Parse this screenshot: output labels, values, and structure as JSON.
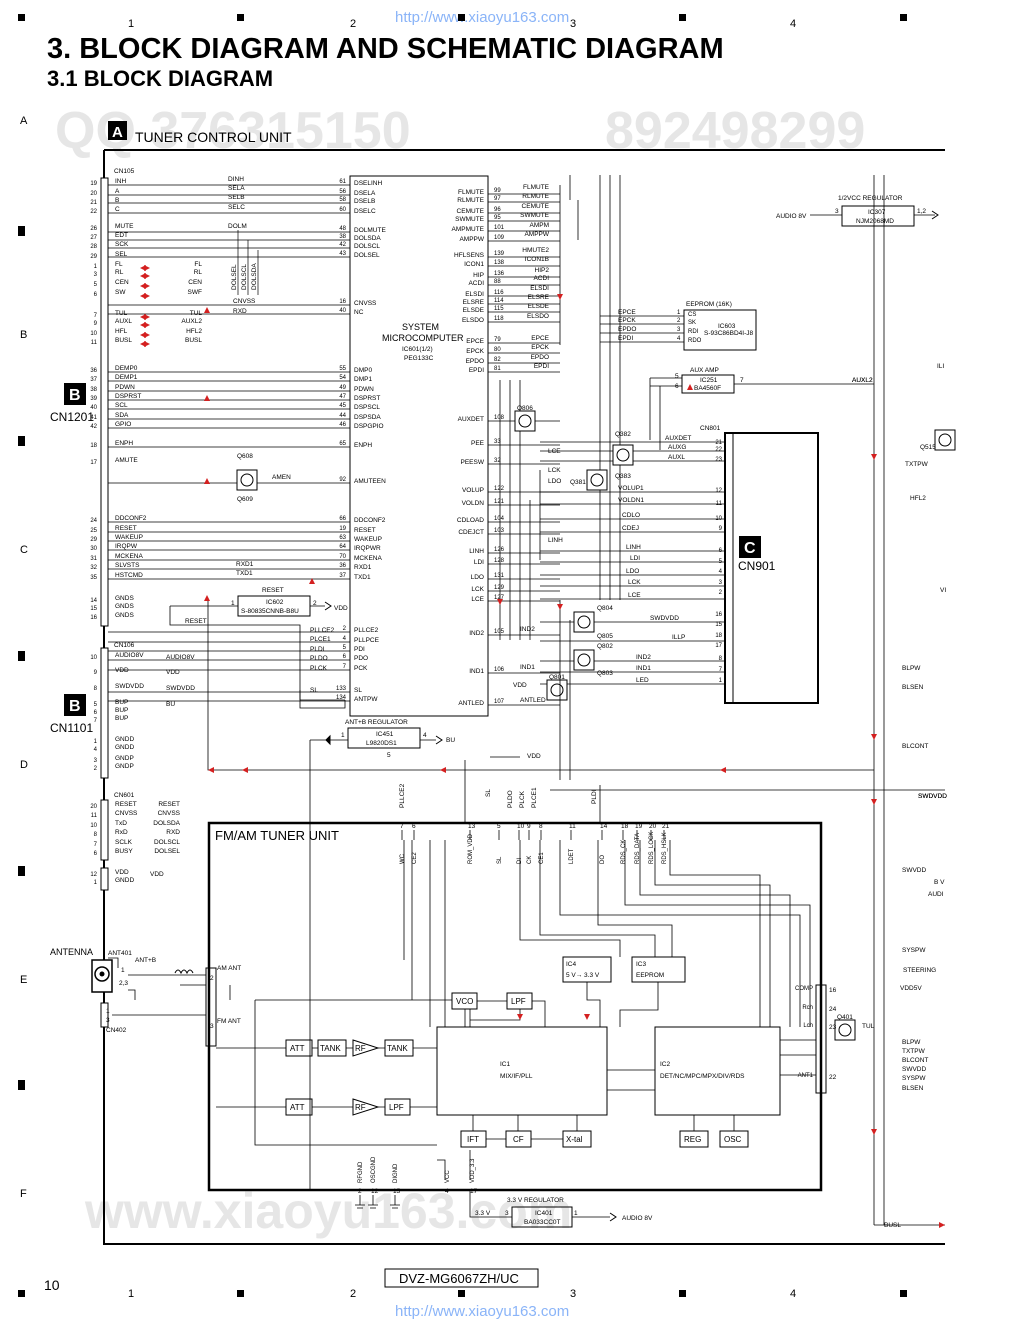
{
  "watermark": {
    "url_top": "http://www.xiaoyu163.com",
    "url_bottom": "http://www.xiaoyu163.com",
    "qq_left": "QQ 376315150",
    "qq_right": "892498299",
    "bottom_center": "www.xiaoyu163.com"
  },
  "header": {
    "title": "3. BLOCK DIAGRAM AND SCHEMATIC DIAGRAM",
    "subtitle": "3.1  BLOCK DIAGRAM"
  },
  "grid": {
    "columns": [
      "1",
      "2",
      "3",
      "4"
    ],
    "rows": [
      "A",
      "B",
      "C",
      "D",
      "E",
      "F"
    ]
  },
  "sections": {
    "tuner_control_tag": "A",
    "tuner_control_label": "TUNER CONTROL UNIT",
    "fm_am_label": "FM/AM TUNER UNIT",
    "cn1201_tag": "B",
    "cn1201_label": "CN1201",
    "cn1101_tag": "B",
    "cn1101_label": "CN1101",
    "cn901_tag": "C",
    "cn901_label": "CN901",
    "antenna_label": "ANTENNA"
  },
  "connectors": {
    "cn105": "CN105",
    "cn106": "CN106",
    "cn601": "CN601",
    "cn801": "CN801",
    "cn402": "CN402",
    "ant401": "ANT401",
    "cn105_pins": [
      {
        "n": "19",
        "s": "INH"
      },
      {
        "n": "20",
        "s": "A"
      },
      {
        "n": "21",
        "s": "B"
      },
      {
        "n": "22",
        "s": "C"
      },
      {
        "n": "26",
        "s": "MUTE"
      },
      {
        "n": "27",
        "s": "EDT"
      },
      {
        "n": "28",
        "s": "SCK"
      },
      {
        "n": "29",
        "s": "SEL"
      },
      {
        "n": "1",
        "s": "FL"
      },
      {
        "n": "3",
        "s": "RL"
      },
      {
        "n": "5",
        "s": "CEN"
      },
      {
        "n": "6",
        "s": "SW"
      },
      {
        "n": "7",
        "s": "TUL"
      },
      {
        "n": "9",
        "s": "AUXL"
      },
      {
        "n": "10",
        "s": "HFL"
      },
      {
        "n": "11",
        "s": "BUSL"
      },
      {
        "n": "36",
        "s": "DEMP0"
      },
      {
        "n": "37",
        "s": "DEMP1"
      },
      {
        "n": "38",
        "s": "PDWN"
      },
      {
        "n": "39",
        "s": "DSPRST"
      },
      {
        "n": "40",
        "s": "SCL"
      },
      {
        "n": "41",
        "s": "SDA"
      },
      {
        "n": "42",
        "s": "GPIO"
      },
      {
        "n": "18",
        "s": "ENPH"
      },
      {
        "n": "17",
        "s": "AMUTE"
      },
      {
        "n": "24",
        "s": "DDCONF2"
      },
      {
        "n": "25",
        "s": "RESET"
      },
      {
        "n": "29",
        "s": "WAKEUP"
      },
      {
        "n": "30",
        "s": "IRQPW"
      },
      {
        "n": "31",
        "s": "MCKENA"
      },
      {
        "n": "32",
        "s": "SLVSTS"
      },
      {
        "n": "35",
        "s": "HSTCMD"
      },
      {
        "n": "14",
        "s": "GNDS"
      },
      {
        "n": "15",
        "s": "GNDS"
      },
      {
        "n": "16",
        "s": "GNDS"
      }
    ],
    "cn106_pins": [
      {
        "n": "10",
        "s": "AUDIO8V"
      },
      {
        "n": "9",
        "s": "VDD"
      },
      {
        "n": "8",
        "s": "SWDVDD"
      },
      {
        "n": "5",
        "s": "BUP"
      },
      {
        "n": "6",
        "s": "BUP"
      },
      {
        "n": "7",
        "s": "BUP"
      },
      {
        "n": "1",
        "s": "GNDD"
      },
      {
        "n": "4",
        "s": "GNDD"
      },
      {
        "n": "3",
        "s": "GNDP"
      },
      {
        "n": "2",
        "s": "GNDP"
      }
    ],
    "cn601_pins": [
      {
        "n": "20",
        "s": "RESET"
      },
      {
        "n": "11",
        "s": "CNVSS"
      },
      {
        "n": "10",
        "s": "TxD"
      },
      {
        "n": "8",
        "s": "RxD"
      },
      {
        "n": "7",
        "s": "SCLK"
      },
      {
        "n": "6",
        "s": "BUSY"
      },
      {
        "n": "12",
        "s": "VDD"
      },
      {
        "n": "1",
        "s": "GNDD"
      }
    ],
    "cn601_right": [
      "RESET",
      "CNVSS",
      "DOLSDA",
      "RXD",
      "DOLSCL",
      "DOLSEL"
    ],
    "cn105_right": [
      "FL",
      "RL",
      "CEN",
      "SWF",
      "TUL",
      "AUXL2",
      "HFL2",
      "BUSL"
    ],
    "cn106_right": [
      "AUDIO8V",
      "VDD",
      "SWDVDD",
      "BU"
    ]
  },
  "ic601": {
    "label": "SYSTEM\nMICROCOMPUTER",
    "part": "IC601(1/2)",
    "model": "PEG133C",
    "left_pins": [
      {
        "n": "61",
        "s": "DSELINH"
      },
      {
        "n": "56",
        "s": "DSELA"
      },
      {
        "n": "58",
        "s": "DSELB"
      },
      {
        "n": "60",
        "s": "DSELC"
      },
      {
        "n": "48",
        "s": "DOLMUTE"
      },
      {
        "n": "38",
        "s": "DOLSDA"
      },
      {
        "n": "42",
        "s": "DOLSCL"
      },
      {
        "n": "43",
        "s": "DOLSEL"
      },
      {
        "n": "16",
        "s": "CNVSS"
      },
      {
        "n": "40",
        "s": "NC"
      },
      {
        "n": "55",
        "s": "DMP0"
      },
      {
        "n": "54",
        "s": "DMP1"
      },
      {
        "n": "49",
        "s": "PDWN"
      },
      {
        "n": "47",
        "s": "DSPRST"
      },
      {
        "n": "45",
        "s": "DSPSCL"
      },
      {
        "n": "44",
        "s": "DSPSDA"
      },
      {
        "n": "46",
        "s": "DSPGPIO"
      },
      {
        "n": "65",
        "s": "ENPH"
      },
      {
        "n": "92",
        "s": "AMUTEEN"
      },
      {
        "n": "66",
        "s": "DDCONF2"
      },
      {
        "n": "19",
        "s": "RESET"
      },
      {
        "n": "63",
        "s": "WAKEUP"
      },
      {
        "n": "64",
        "s": "IRQPWR"
      },
      {
        "n": "70",
        "s": "MCKENA"
      },
      {
        "n": "36",
        "s": "RXD1"
      },
      {
        "n": "37",
        "s": "TXD1"
      },
      {
        "n": "2",
        "s": "PLLCE2"
      },
      {
        "n": "4",
        "s": "PLLPCE"
      },
      {
        "n": "5",
        "s": "PDI"
      },
      {
        "n": "6",
        "s": "PDO"
      },
      {
        "n": "7",
        "s": "PCK"
      },
      {
        "n": "133",
        "s": "SL"
      },
      {
        "n": "134",
        "s": "ANTPW"
      }
    ],
    "right_pins": [
      {
        "n": "99",
        "s": "FLMUTE"
      },
      {
        "n": "97",
        "s": "RLMUTE"
      },
      {
        "n": "96",
        "s": "CEMUTE"
      },
      {
        "n": "95",
        "s": "SWMUTE"
      },
      {
        "n": "101",
        "s": "AMPMUTE"
      },
      {
        "n": "109",
        "s": "AMPPW"
      },
      {
        "n": "139",
        "s": "HFLSENS"
      },
      {
        "n": "138",
        "s": "ICON1"
      },
      {
        "n": "136",
        "s": "HIP"
      },
      {
        "n": "88",
        "s": "ACDI"
      },
      {
        "n": "116",
        "s": "ELSDI"
      },
      {
        "n": "114",
        "s": "ELSRE"
      },
      {
        "n": "115",
        "s": "ELSDE"
      },
      {
        "n": "118",
        "s": "ELSDO"
      },
      {
        "n": "79",
        "s": "EPCE"
      },
      {
        "n": "80",
        "s": "EPCK"
      },
      {
        "n": "82",
        "s": "EPDO"
      },
      {
        "n": "81",
        "s": "EPDI"
      },
      {
        "n": "108",
        "s": "AUXDET"
      },
      {
        "n": "33",
        "s": "PEE"
      },
      {
        "n": "32",
        "s": "PEESW"
      },
      {
        "n": "122",
        "s": "VOLUP"
      },
      {
        "n": "121",
        "s": "VOLDN"
      },
      {
        "n": "104",
        "s": "CDLOAD"
      },
      {
        "n": "103",
        "s": "CDEJCT"
      },
      {
        "n": "126",
        "s": "LINH"
      },
      {
        "n": "128",
        "s": "LDI"
      },
      {
        "n": "131",
        "s": "LDO"
      },
      {
        "n": "129",
        "s": "LCK"
      },
      {
        "n": "127",
        "s": "LCE"
      },
      {
        "n": "105",
        "s": "IND2"
      },
      {
        "n": "106",
        "s": "IND1"
      },
      {
        "n": "107",
        "s": "ANTLED"
      }
    ],
    "out_nets": [
      "FLMUTE",
      "RLMUTE",
      "CEMUTE",
      "SWMUTE",
      "AMPM",
      "AMPPW",
      "HMUTE2",
      "ICON1B",
      "HIP2",
      "ACDI",
      "ELSDI",
      "ELSRE",
      "ELSDE",
      "ELSDO",
      "EPCE",
      "EPCK",
      "EPDO",
      "EPDI"
    ],
    "left_nets": [
      "DINH",
      "SELA",
      "SELB",
      "SELC",
      "DOLM",
      "CNVSS",
      "RXD",
      "AMEN",
      "RXD1",
      "TXD1",
      "RESET"
    ],
    "bus_labels": [
      "DOLSEL",
      "DOLSCL",
      "DOLSDA"
    ]
  },
  "blocks": {
    "regulator_half": {
      "title": "1/2VCC REGULATOR",
      "ic": "IC307",
      "part": "NJM2068MD",
      "in": "AUDIO 8V",
      "pins": "3",
      "out": "1,2"
    },
    "eeprom": {
      "title": "EEPROM (16K)",
      "ic": "IC603",
      "part": "S-93C86BD4I-J8",
      "pins": [
        "CS",
        "SK",
        "RDI",
        "RDO"
      ],
      "pin_nums": [
        "1",
        "2",
        "3",
        "4"
      ],
      "nets": [
        "EPCE",
        "EPCK",
        "EPDO",
        "EPDI"
      ]
    },
    "aux_amp": {
      "title": "AUX AMP",
      "ic": "IC251",
      "part": "BA4560F",
      "pins": [
        "5",
        "6",
        "7"
      ],
      "out": "AUXL2"
    },
    "reset": {
      "title": "RESET",
      "ic": "IC602",
      "part": "S-80835CNNB-B8U",
      "pins": [
        "1",
        "2"
      ],
      "vdd": "VDD"
    },
    "antb": {
      "title": "ANT+B REGULATOR",
      "ic": "IC451",
      "part": "L9820DS1",
      "pins": [
        "1",
        "4",
        "5"
      ],
      "bu": "BU"
    },
    "reg33": {
      "title": "3.3 V REGULATOR",
      "ic": "IC401",
      "part": "BA033CC0T",
      "in": "AUDIO 8V",
      "out": "3.3 V",
      "pins": [
        "1",
        "3"
      ]
    }
  },
  "transistors": [
    "Q608",
    "Q609",
    "Q806",
    "Q382",
    "Q383",
    "Q381",
    "Q804",
    "Q805",
    "Q802",
    "Q803",
    "Q801",
    "Q515",
    "Q401"
  ],
  "cn901_area": {
    "left_nets": [
      "AUXDET",
      "AUXG",
      "AUXL",
      "VOLUP1",
      "VOLDN1",
      "CDLO",
      "CDEJ",
      "LINH",
      "LDI",
      "LDO",
      "LCK",
      "LCE",
      "SWDVDD",
      "ILLP",
      "IND2",
      "IND1",
      "LED"
    ],
    "cn801_pins": [
      "21",
      "22",
      "23",
      "12",
      "11",
      "10",
      "9",
      "6",
      "5",
      "4",
      "3",
      "2",
      "16",
      "15",
      "18",
      "17",
      "8",
      "7",
      "1"
    ],
    "misc": [
      "LCE",
      "LCK",
      "LDO",
      "LINH",
      "IND2",
      "IND1",
      "VDD",
      "ANTLED"
    ]
  },
  "right_edge": {
    "nets": [
      "AUXL2",
      "TXTPW",
      "HFL2",
      "BLPW",
      "BLSEN",
      "BLCONT",
      "SWDVDD",
      "SWVDD",
      "SYSPW",
      "VDD5V",
      "TUL",
      "BUSL"
    ],
    "bottom_list": [
      "BLPW",
      "TXTPW",
      "BLCONT",
      "SWVDD",
      "SYSPW",
      "BLSEN"
    ],
    "fragments": [
      "ILI",
      "VI",
      "SWDVDD",
      "B V",
      "AUDI",
      "STEERING"
    ]
  },
  "fm_am": {
    "top_pins": [
      {
        "n": "7",
        "s": "WC"
      },
      {
        "n": "6",
        "s": "CE2"
      },
      {
        "n": "13",
        "s": "ROM_VDD"
      },
      {
        "n": "5",
        "s": "SL"
      },
      {
        "n": "10",
        "s": "DI"
      },
      {
        "n": "9",
        "s": "CK"
      },
      {
        "n": "8",
        "s": "CE1"
      },
      {
        "n": "11",
        "s": "LDET"
      },
      {
        "n": "14",
        "s": "DO"
      },
      {
        "n": "18",
        "s": "RDS_CK"
      },
      {
        "n": "19",
        "s": "RDS_DATA"
      },
      {
        "n": "20",
        "s": "RDS_LOCK"
      },
      {
        "n": "21",
        "s": "RDS_HSLK"
      }
    ],
    "top_nets": [
      "PLLCE2",
      "SL",
      "PLDO",
      "PLCK",
      "PLCE1",
      "PLDI",
      "VDD"
    ],
    "bottom_pins": [
      {
        "n": "2",
        "s": "RFGND"
      },
      {
        "n": "12",
        "s": "OSCGND"
      },
      {
        "n": "15",
        "s": "DIGND"
      },
      {
        "n": "4",
        "s": "VCC"
      },
      {
        "n": "17",
        "s": "VDD_3.3"
      }
    ],
    "ic1": "IC1\nMIX/IF/PLL",
    "ic2": "IC2\nDET/NC/MPC/MPX/DIV/RDS",
    "ic3": "IC3\nEEPROM",
    "ic4": "IC4\n5 V→ 3.3 V",
    "vco": "VCO",
    "lpf": "LPF",
    "att": "ATT",
    "tank": "TANK",
    "rf": "RF",
    "ift": "IFT",
    "cf": "CF",
    "xtal": "X-tal",
    "reg": "REG",
    "osc": "OSC",
    "am_ant": "AM ANT",
    "fm_ant": "FM ANT",
    "ant_b": "ANT+B",
    "right_pins": [
      {
        "n": "16",
        "s": "COMP"
      },
      {
        "n": "24",
        "s": "Rch"
      },
      {
        "n": "23",
        "s": "Lch"
      },
      {
        "n": "22",
        "s": "ANT1"
      }
    ],
    "ant_pins": [
      "1",
      "2,3",
      "1",
      "3",
      "2",
      "3"
    ]
  },
  "footer": {
    "page_number": "10",
    "model": "DVZ-MG6067ZH/UC"
  },
  "colors": {
    "arrow_red": "#d42020",
    "ink": "#000000",
    "watermark": "#e6e6e6",
    "url_blue": "#8ab4f8"
  }
}
